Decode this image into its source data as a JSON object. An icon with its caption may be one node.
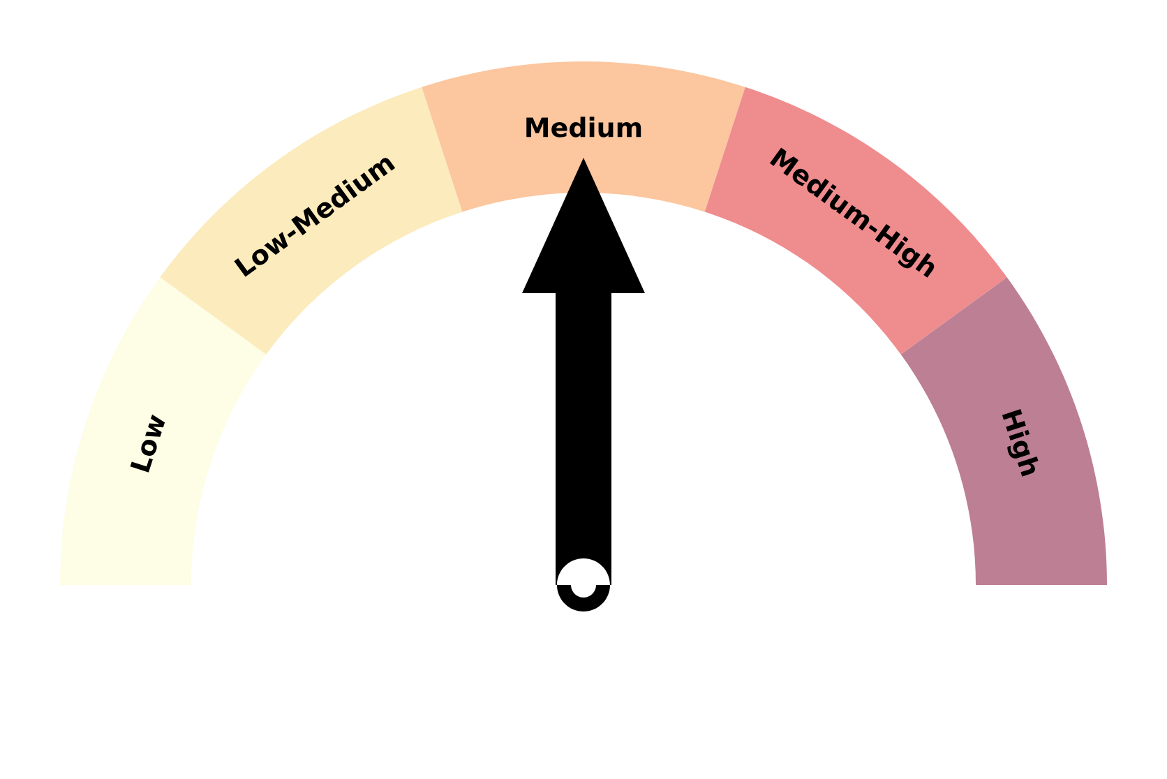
{
  "diagram": {
    "nodes": [
      {
        "text": [
          "Low"
        ]
      },
      {
        "text": [
          "Low-Medium"
        ]
      },
      {
        "text": [
          "Medium"
        ]
      },
      {
        "text": [
          "Medium-High"
        ]
      },
      {
        "text": [
          "High"
        ]
      }
    ]
  }
}
